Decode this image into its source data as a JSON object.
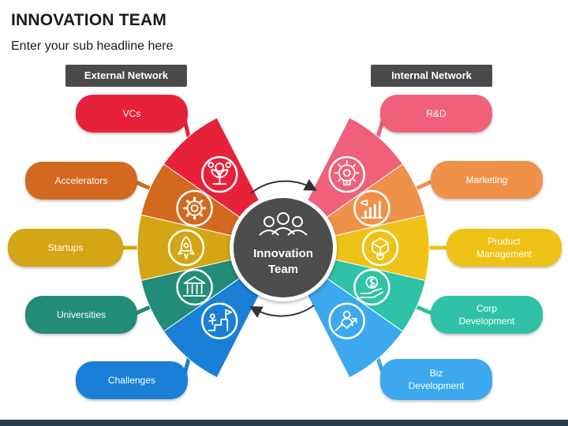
{
  "title": "INNOVATION TEAM",
  "subtitle": "Enter your sub headline here",
  "center": {
    "line1": "Innovation",
    "line2": "Team"
  },
  "external": {
    "header": "External Network",
    "items": [
      {
        "label": "VCs",
        "color": "#e8213a",
        "icon": "money-plant-icon"
      },
      {
        "label": "Accelerators",
        "color": "#d2691e",
        "icon": "gear-refresh-icon"
      },
      {
        "label": "Startups",
        "color": "#d4a514",
        "icon": "rocket-icon"
      },
      {
        "label": "Universities",
        "color": "#238c78",
        "icon": "university-icon"
      },
      {
        "label": "Challenges",
        "color": "#1a7fd6",
        "icon": "climbing-stairs-flag-icon"
      }
    ]
  },
  "internal": {
    "header": "Internal Network",
    "items": [
      {
        "label": "R&D",
        "color": "#f0607a",
        "icon": "lightbulb-gear-icon"
      },
      {
        "label": "Marketing",
        "color": "#f0914a",
        "icon": "marketing-chart-icon"
      },
      {
        "label": "Product\nManagement",
        "color": "#eec216",
        "icon": "product-box-gear-icon"
      },
      {
        "label": "Corp\nDevelopment",
        "color": "#2fc2a6",
        "icon": "hand-dollar-icon"
      },
      {
        "label": "Biz\nDevelopment",
        "color": "#3ca8ee",
        "icon": "business-growth-icon"
      }
    ]
  }
}
